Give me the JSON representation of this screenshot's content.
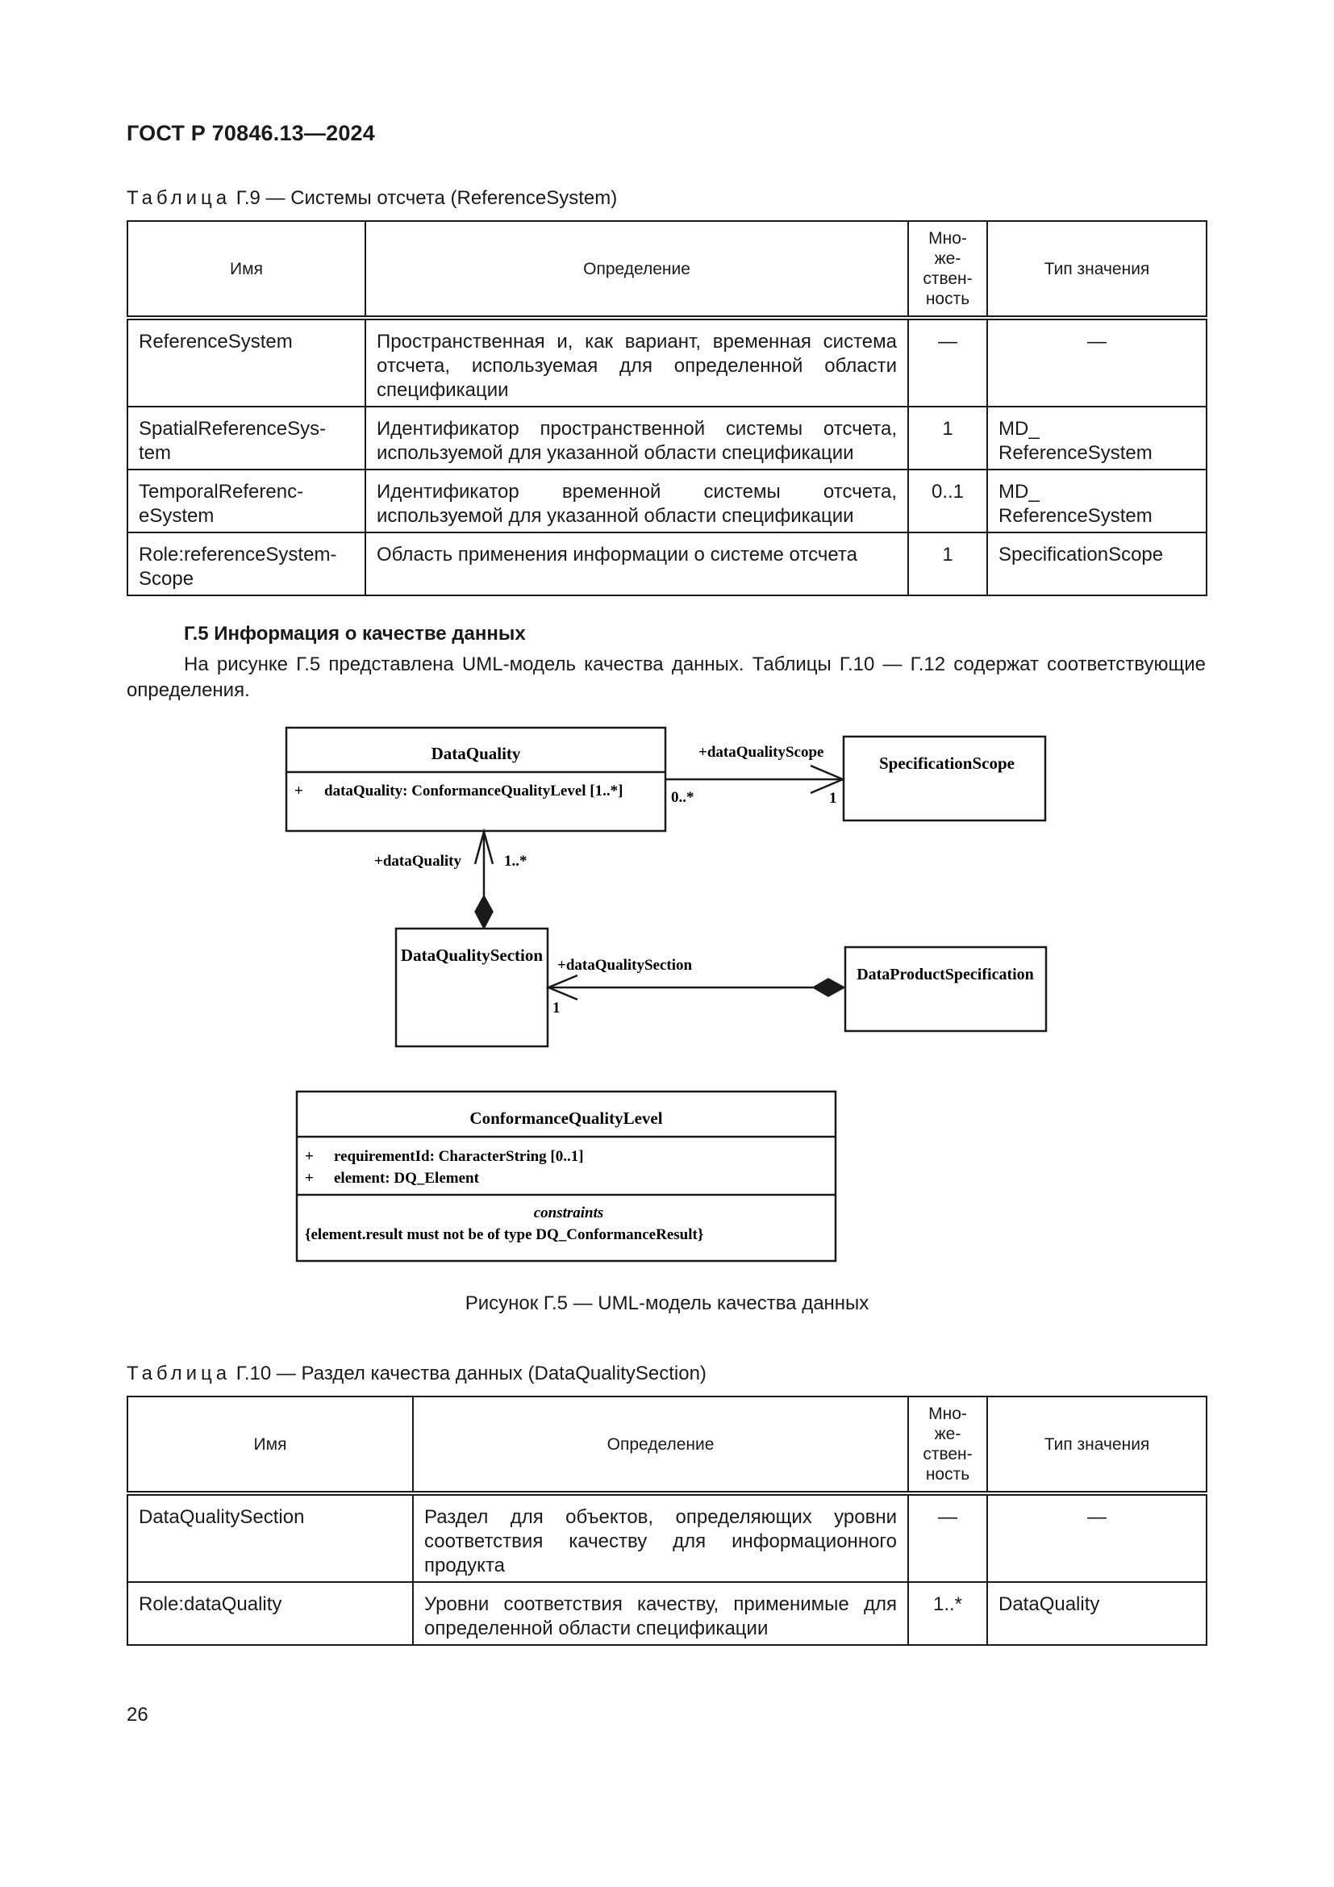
{
  "header": "ГОСТ Р 70846.13—2024",
  "table9": {
    "caption_prefix": "Таблица",
    "caption_rest": " Г.9 — Системы отсчета (ReferenceSystem)",
    "columns": [
      "Имя",
      "Определение",
      "Мно-\nже-\nствен-\nность",
      "Тип значения"
    ],
    "rows": [
      {
        "name": "ReferenceSystem",
        "definition": "Пространственная и, как вариант, временная система отсчета, используемая для определенной области спецификации",
        "mult": "—",
        "type": "—"
      },
      {
        "name": "SpatialReferenceSys-\ntem",
        "definition": "Идентификатор пространственной системы отсчета, используемой для указанной области спецификации",
        "mult": "1",
        "type": "MD_\nReferenceSystem"
      },
      {
        "name": "TemporalReferenc-\neSystem",
        "definition": "Идентификатор временной системы отсчета, используемой для указанной области спецификации",
        "mult": "0..1",
        "type": "MD_\nReferenceSystem"
      },
      {
        "name": "Role:referenceSystem-\nScope",
        "definition": "Область применения информации о системе отсчета",
        "mult": "1",
        "type": "SpecificationScope"
      }
    ]
  },
  "section": {
    "title": "Г.5 Информация о качестве данных",
    "paragraph": "На рисунке Г.5 представлена UML-модель качества данных. Таблицы Г.10 — Г.12 содержат соответствующие определения."
  },
  "diagram": {
    "data_quality": {
      "name": "DataQuality",
      "attr_marker": "+",
      "attr": "dataQuality: ConformanceQualityLevel [1..*]"
    },
    "specification_scope": {
      "name": "SpecificationScope"
    },
    "data_quality_section": {
      "name": "DataQualitySection"
    },
    "data_product_specification": {
      "name": "DataProductSpecification"
    },
    "conformance_quality_level": {
      "name": "ConformanceQualityLevel",
      "attr1_marker": "+",
      "attr1": "requirementId: CharacterString [0..1]",
      "attr2_marker": "+",
      "attr2": "element: DQ_Element",
      "constraints_label": "constraints",
      "constraint": "{element.result must not be of type DQ_ConformanceResult}"
    },
    "edges": {
      "scope_role": "+dataQualityScope",
      "scope_mult_source": "0..*",
      "scope_mult_target": "1",
      "dq_role": "+dataQuality",
      "dq_mult": "1..*",
      "section_role": "+dataQualitySection",
      "section_mult": "1"
    },
    "caption": "Рисунок Г.5 — UML-модель качества данных"
  },
  "table10": {
    "caption_prefix": "Таблица",
    "caption_rest": " Г.10 — Раздел качества данных (DataQualitySection)",
    "columns": [
      "Имя",
      "Определение",
      "Мно-\nже-\nствен-\nность",
      "Тип значения"
    ],
    "rows": [
      {
        "name": "DataQualitySection",
        "definition": "Раздел для объектов, определяющих уровни соответствия качеству для информационного продукта",
        "mult": "—",
        "type": "—"
      },
      {
        "name": "Role:dataQuality",
        "definition": "Уровни соответствия качеству, применимые для определенной области спецификации",
        "mult": "1..*",
        "type": "DataQuality"
      }
    ]
  },
  "page_number": "26"
}
